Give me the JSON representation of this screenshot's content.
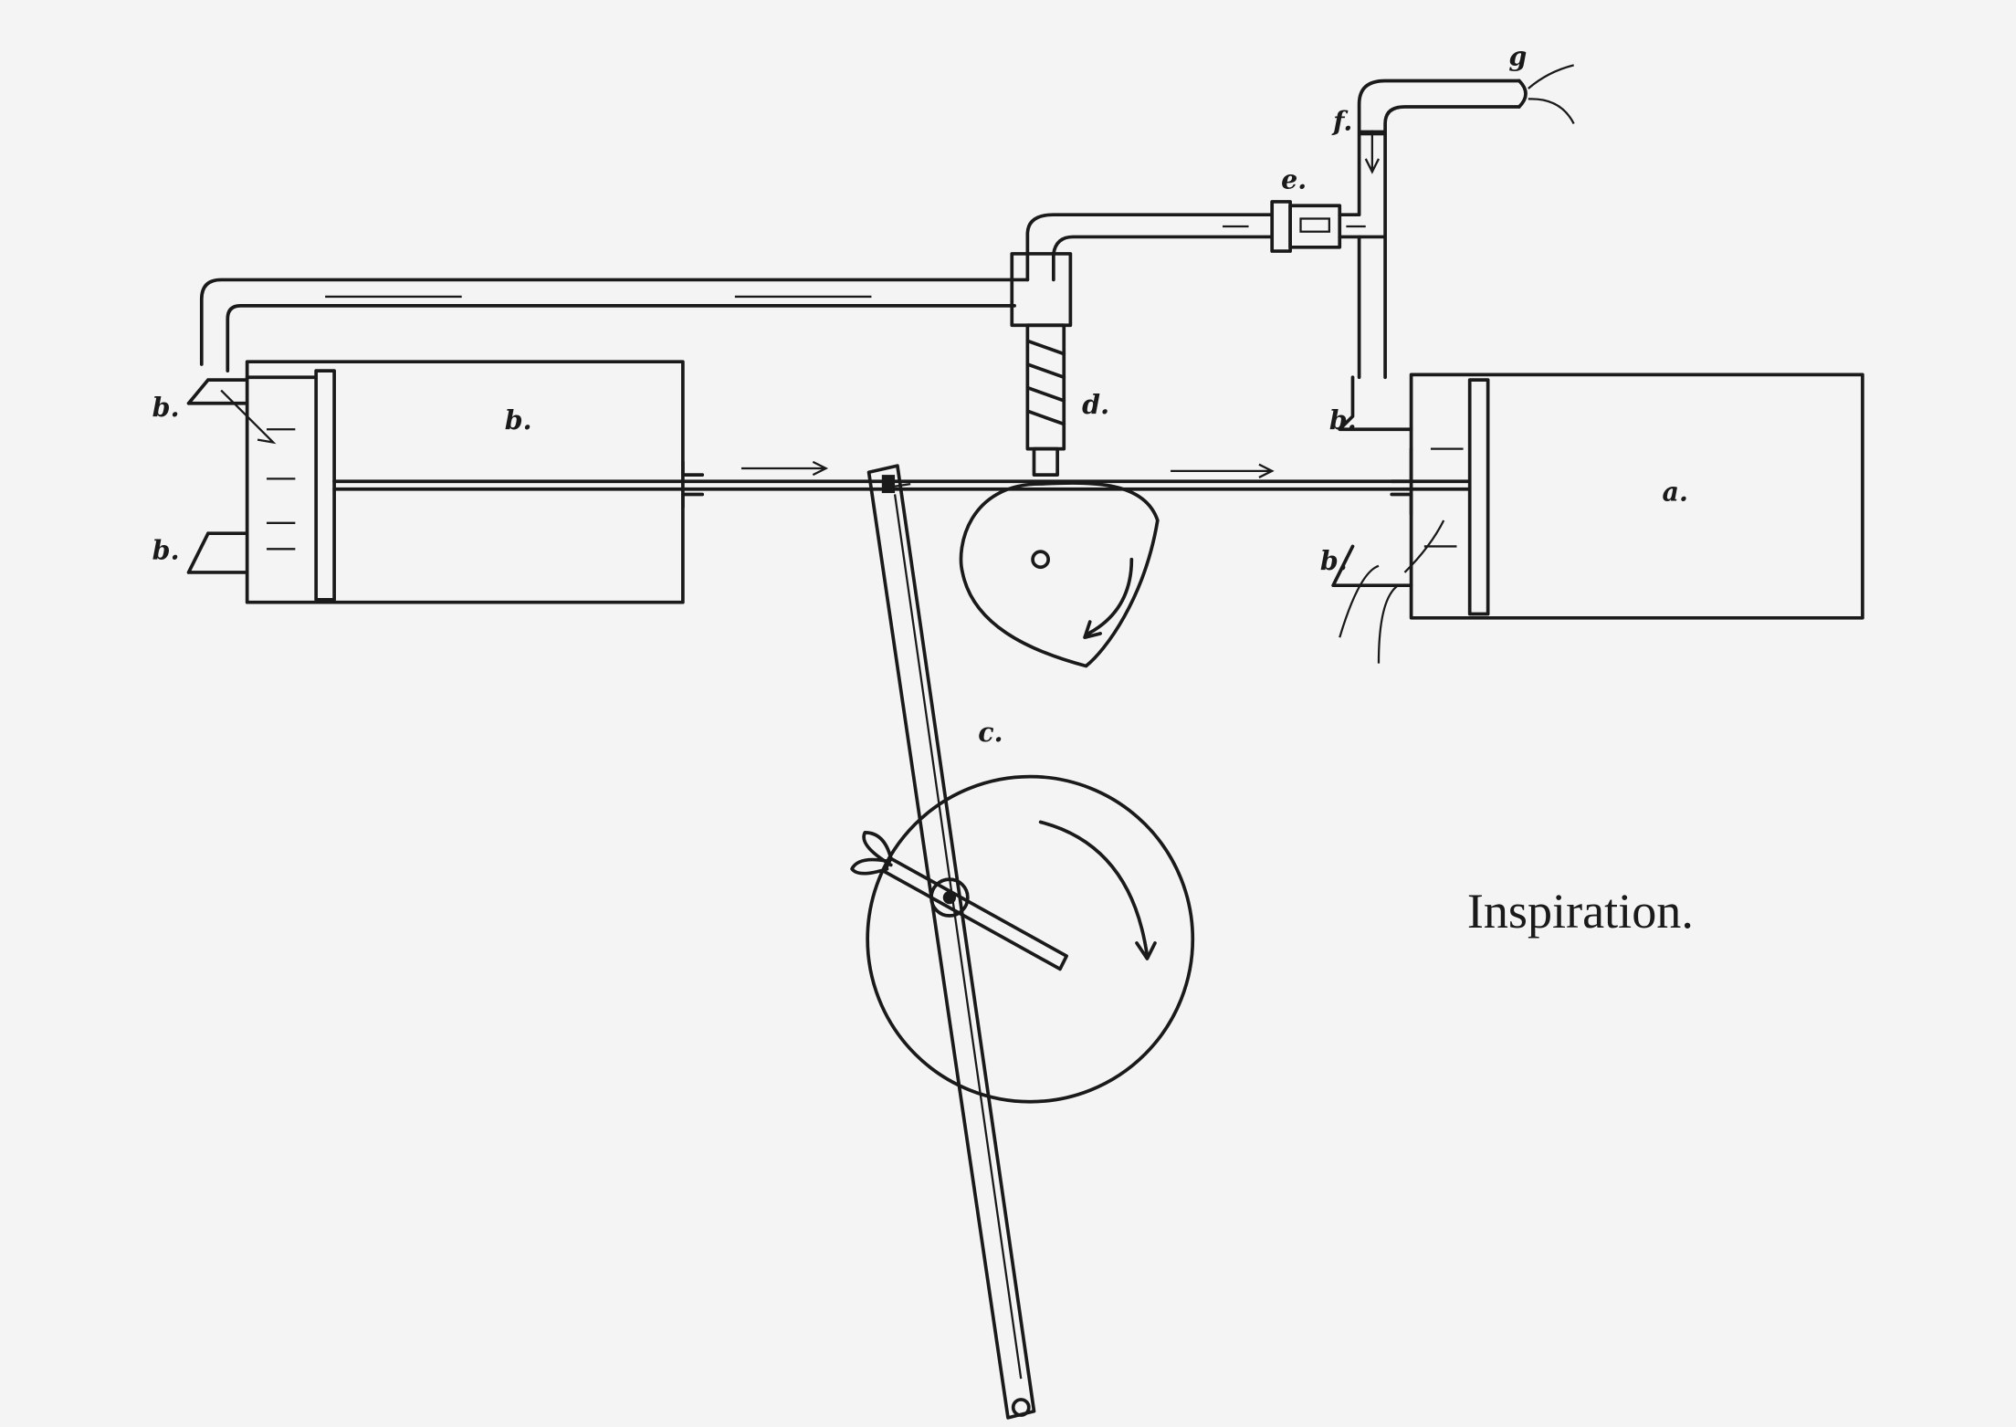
{
  "title": "Inspiration.",
  "labels": {
    "a": "a.",
    "b_body": "b.",
    "b_left_top": "b.",
    "b_left_bottom": "b.",
    "b_right_top": "b.",
    "b_right_bottom": "b.",
    "c": "c.",
    "d": "d.",
    "e": "e.",
    "f": "f.",
    "g": "g"
  }
}
